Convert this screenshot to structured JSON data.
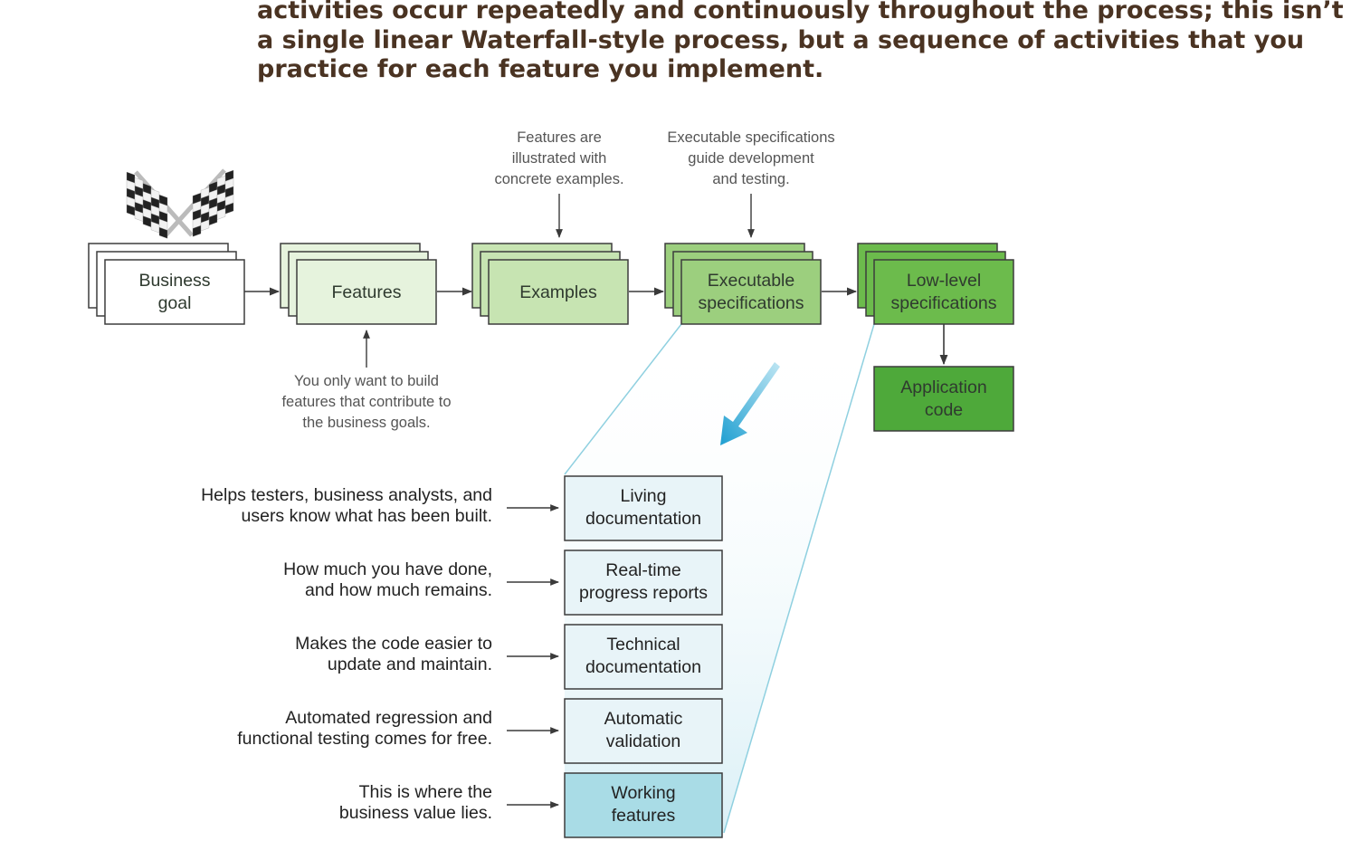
{
  "intro": {
    "lines": [
      "activities occur repeatedly and continuously throughout the process; this isn’t",
      "a single linear Waterfall-style process, but a sequence of activities that you",
      "practice for each feature you implement."
    ]
  },
  "diagram": {
    "stages": [
      {
        "name": "business-goal",
        "lines": [
          "Business",
          "goal"
        ],
        "fill": "#ffffff"
      },
      {
        "name": "features",
        "lines": [
          "Features"
        ],
        "fill": "#e6f3dd"
      },
      {
        "name": "examples",
        "lines": [
          "Examples"
        ],
        "fill": "#c7e4b2"
      },
      {
        "name": "executable-specifications",
        "lines": [
          "Executable",
          "specifications"
        ],
        "fill": "#9ccf7e"
      },
      {
        "name": "low-level-specifications",
        "lines": [
          "Low-level",
          "specifications"
        ],
        "fill": "#6cbb4c"
      }
    ],
    "application_code": {
      "lines": [
        "Application",
        "code"
      ],
      "fill": "#4ea93a"
    },
    "top_notes": {
      "examples": [
        "Features are",
        "illustrated with",
        "concrete examples."
      ],
      "executable": [
        "Executable specifications",
        "guide development",
        "and testing."
      ]
    },
    "features_note": [
      "You only want to build",
      "features that contribute to",
      "the business goals."
    ],
    "outputs": [
      {
        "label": [
          "Living",
          "documentation"
        ],
        "note": [
          "Helps testers, business analysts, and",
          "users know what has been built."
        ],
        "fill": "#e8f4f8"
      },
      {
        "label": [
          "Real-time",
          "progress reports"
        ],
        "note": [
          "How much you have done,",
          "and how much remains."
        ],
        "fill": "#e8f4f8"
      },
      {
        "label": [
          "Technical",
          "documentation"
        ],
        "note": [
          "Makes the code easier to",
          "update and maintain."
        ],
        "fill": "#e8f4f8"
      },
      {
        "label": [
          "Automatic",
          "validation"
        ],
        "note": [
          "Automated regression and",
          "functional testing comes for free."
        ],
        "fill": "#e8f4f8"
      },
      {
        "label": [
          "Working",
          "features"
        ],
        "note": [
          "This is where the",
          "business value lies."
        ],
        "fill": "#a9dce6"
      }
    ],
    "colors": {
      "box_border": "#3d3d3d",
      "arrow": "#3a3a3a",
      "funnel_line": "#8fd0e0",
      "big_arrow": "#33a9d6"
    }
  }
}
